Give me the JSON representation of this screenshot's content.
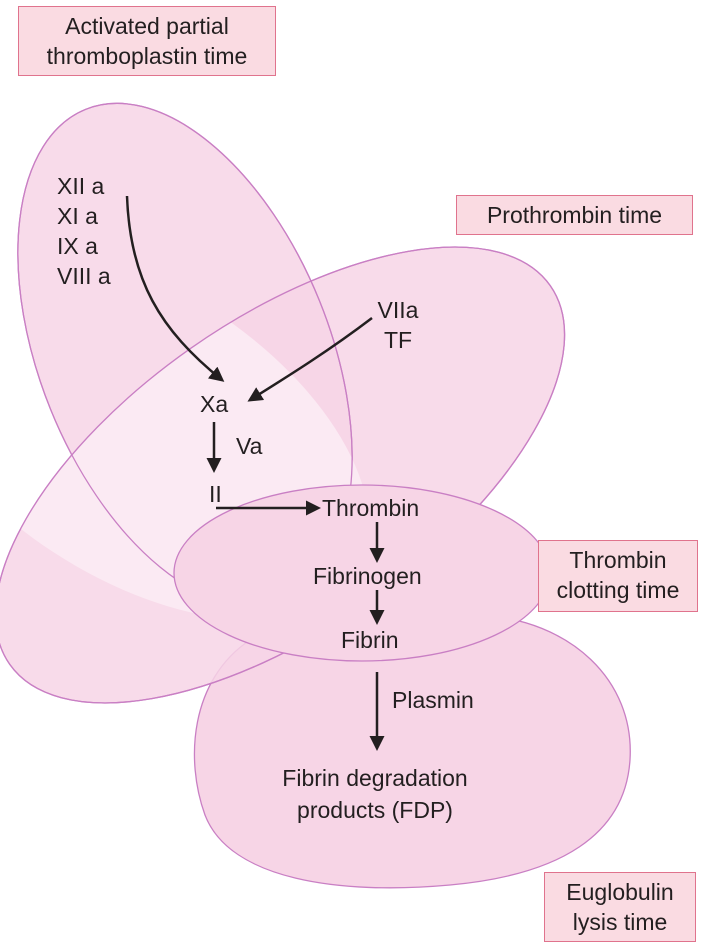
{
  "colors": {
    "region_fill": "#f7d5e6",
    "region_stroke": "#c97fc4",
    "overlap_fill": "#fbeaf3",
    "label_fill": "#fadbe2",
    "label_border": "#e0738d",
    "arrow": "#231f20"
  },
  "labels": {
    "aptt": [
      "Activated partial",
      "thromboplastin time"
    ],
    "pt": "Prothrombin time",
    "tct": [
      "Thrombin",
      "clotting time"
    ],
    "elt": [
      "Euglobulin",
      "lysis time"
    ]
  },
  "factors": {
    "intrinsic": [
      "XII a",
      "XI a",
      "IX a",
      "VIII a"
    ],
    "extrinsic": [
      "VIIa",
      "TF"
    ],
    "xa": "Xa",
    "va": "Va",
    "ii": "II",
    "thrombin": "Thrombin",
    "fibrinogen": "Fibrinogen",
    "fibrin": "Fibrin",
    "plasmin": "Plasmin",
    "fdp": [
      "Fibrin degradation",
      "products (FDP)"
    ]
  }
}
